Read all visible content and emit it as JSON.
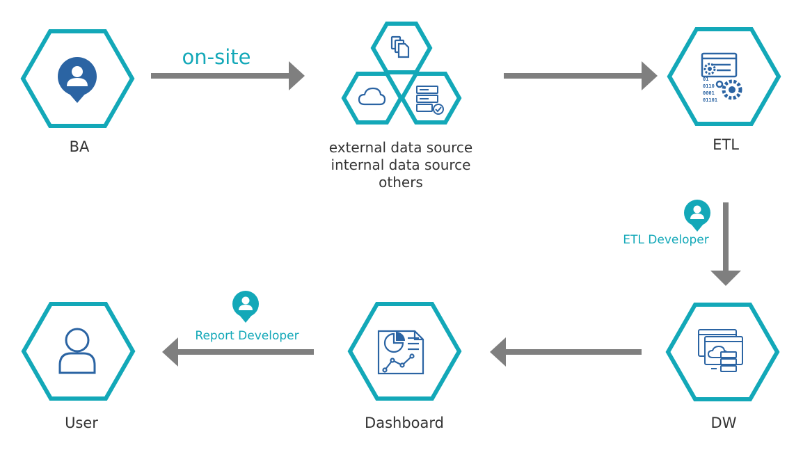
{
  "nodes": {
    "ba": {
      "label": "BA"
    },
    "sources": {
      "lines": [
        "external data source",
        "internal data source",
        "others"
      ]
    },
    "etl": {
      "label": "ETL"
    },
    "dw": {
      "label": "DW"
    },
    "dashboard": {
      "label": "Dashboard"
    },
    "user": {
      "label": "User"
    }
  },
  "edges": {
    "ba_to_sources": {
      "label": "on-site"
    },
    "etl_to_dw": {
      "label": "ETL Developer"
    },
    "dashboard_to_user": {
      "label": "Report Developer"
    }
  },
  "colors": {
    "hexagon_stroke": "#13a8b8",
    "icon": "#2b64a3",
    "arrow": "#7f7f7f",
    "teal_text": "#13a8b8"
  },
  "icons": [
    "person-pin-icon",
    "documents-icon",
    "cloud-icon",
    "server-check-icon",
    "etl-gears-icon",
    "data-warehouse-icon",
    "dashboard-report-icon",
    "user-icon"
  ]
}
